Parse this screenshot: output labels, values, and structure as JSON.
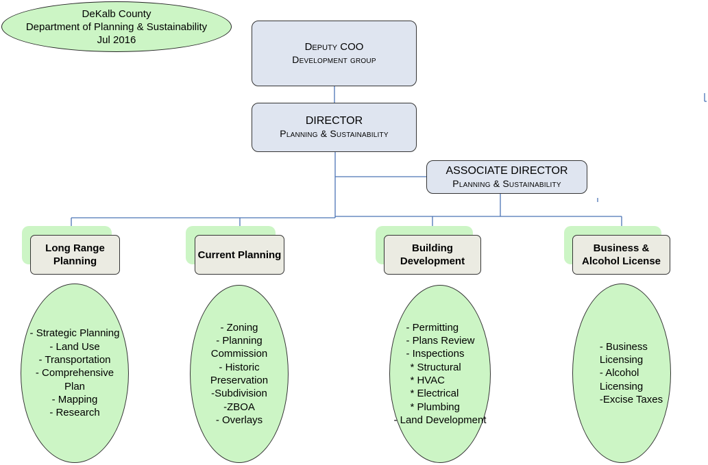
{
  "header": {
    "line1": "DeKalb County",
    "line2": "Department of Planning & Sustainability",
    "line3": "Jul 2016"
  },
  "deputy": {
    "line1": "Deputy COO",
    "line2": "Development group"
  },
  "director": {
    "line1": "DIRECTOR",
    "line2": "Planning & Sustainability"
  },
  "associate": {
    "line1": "ASSOCIATE DIRECTOR",
    "line2": "Planning & Sustainability"
  },
  "departments": [
    {
      "title_lines": [
        "Long Range",
        "Planning"
      ],
      "duties": [
        "- Strategic Planning",
        "- Land Use",
        "- Transportation",
        "- Comprehensive",
        "Plan",
        "- Mapping",
        "- Research"
      ]
    },
    {
      "title_lines": [
        "Current Planning"
      ],
      "duties": [
        "- Zoning",
        "- Planning",
        "Commission",
        "- Historic",
        "Preservation",
        "-Subdivision",
        "-ZBOA",
        "- Overlays"
      ]
    },
    {
      "title_lines": [
        "Building",
        "Development"
      ],
      "duties": [
        "- Permitting",
        "- Plans Review",
        "- Inspections",
        "* Structural",
        "* HVAC",
        "* Electrical",
        "* Plumbing",
        "- Land Development"
      ]
    },
    {
      "title_lines": [
        "Business &",
        "Alcohol License"
      ],
      "duties": [
        "- Business",
        "Licensing",
        "- Alcohol",
        "Licensing",
        "-Excise Taxes"
      ]
    }
  ]
}
